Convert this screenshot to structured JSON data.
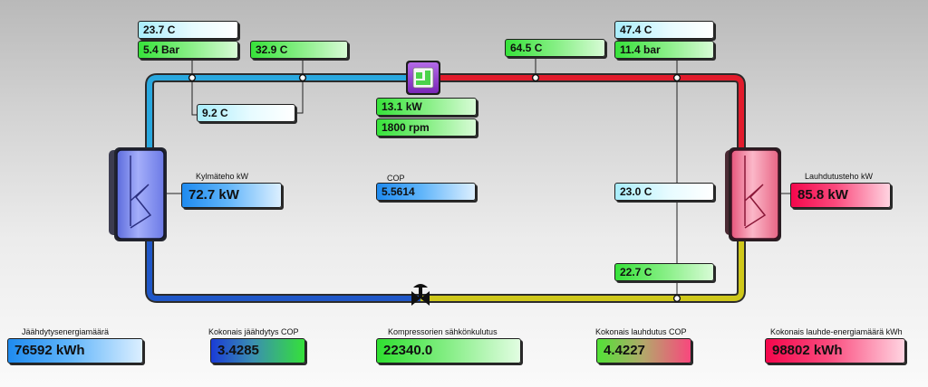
{
  "readings": {
    "evap_outlet_temp": "23.7 C",
    "suction_pressure": "5.4 Bar",
    "suction_temp": "32.9 C",
    "superheat_temp": "9.2 C",
    "discharge_temp": "64.5 C",
    "condenser_inlet_temp": "47.4 C",
    "discharge_pressure": "11.4 bar",
    "compressor_power": "13.1 kW",
    "compressor_speed": "1800 rpm",
    "liquid_temp_upper": "23.0 C",
    "liquid_temp_lower": "22.7 C"
  },
  "cooling": {
    "label": "Kylmäteho kW",
    "value": "72.7 kW"
  },
  "cop": {
    "label": "COP",
    "value": "5.5614"
  },
  "condensing": {
    "label": "Lauhdutusteho kW",
    "value": "85.8 kW"
  },
  "totals": {
    "cooling_energy": {
      "label": "Jäähdytysenergiamäärä",
      "value": "76592 kWh"
    },
    "total_cooling_cop": {
      "label": "Kokonais jäähdytys COP",
      "value": "3.4285"
    },
    "compressor_consumption": {
      "label": "Kompressorien sähkönkulutus",
      "value": "22340.0"
    },
    "total_condensing_cop": {
      "label": "Kokonais lauhdutus COP",
      "value": "4.4227"
    },
    "total_condensing_energy": {
      "label": "Kokonais lauhde-energiamäärä kWh",
      "value": "98802 kWh"
    }
  },
  "colors": {
    "suction_pipe": "#29a8df",
    "discharge_pipe": "#e21b2c",
    "liquid_pipe": "#cfc81a",
    "return_pipe": "#1f57c8",
    "evaporator": "#8895ef",
    "condenser": "#f2879f",
    "compressor": "#8e3ad0"
  }
}
